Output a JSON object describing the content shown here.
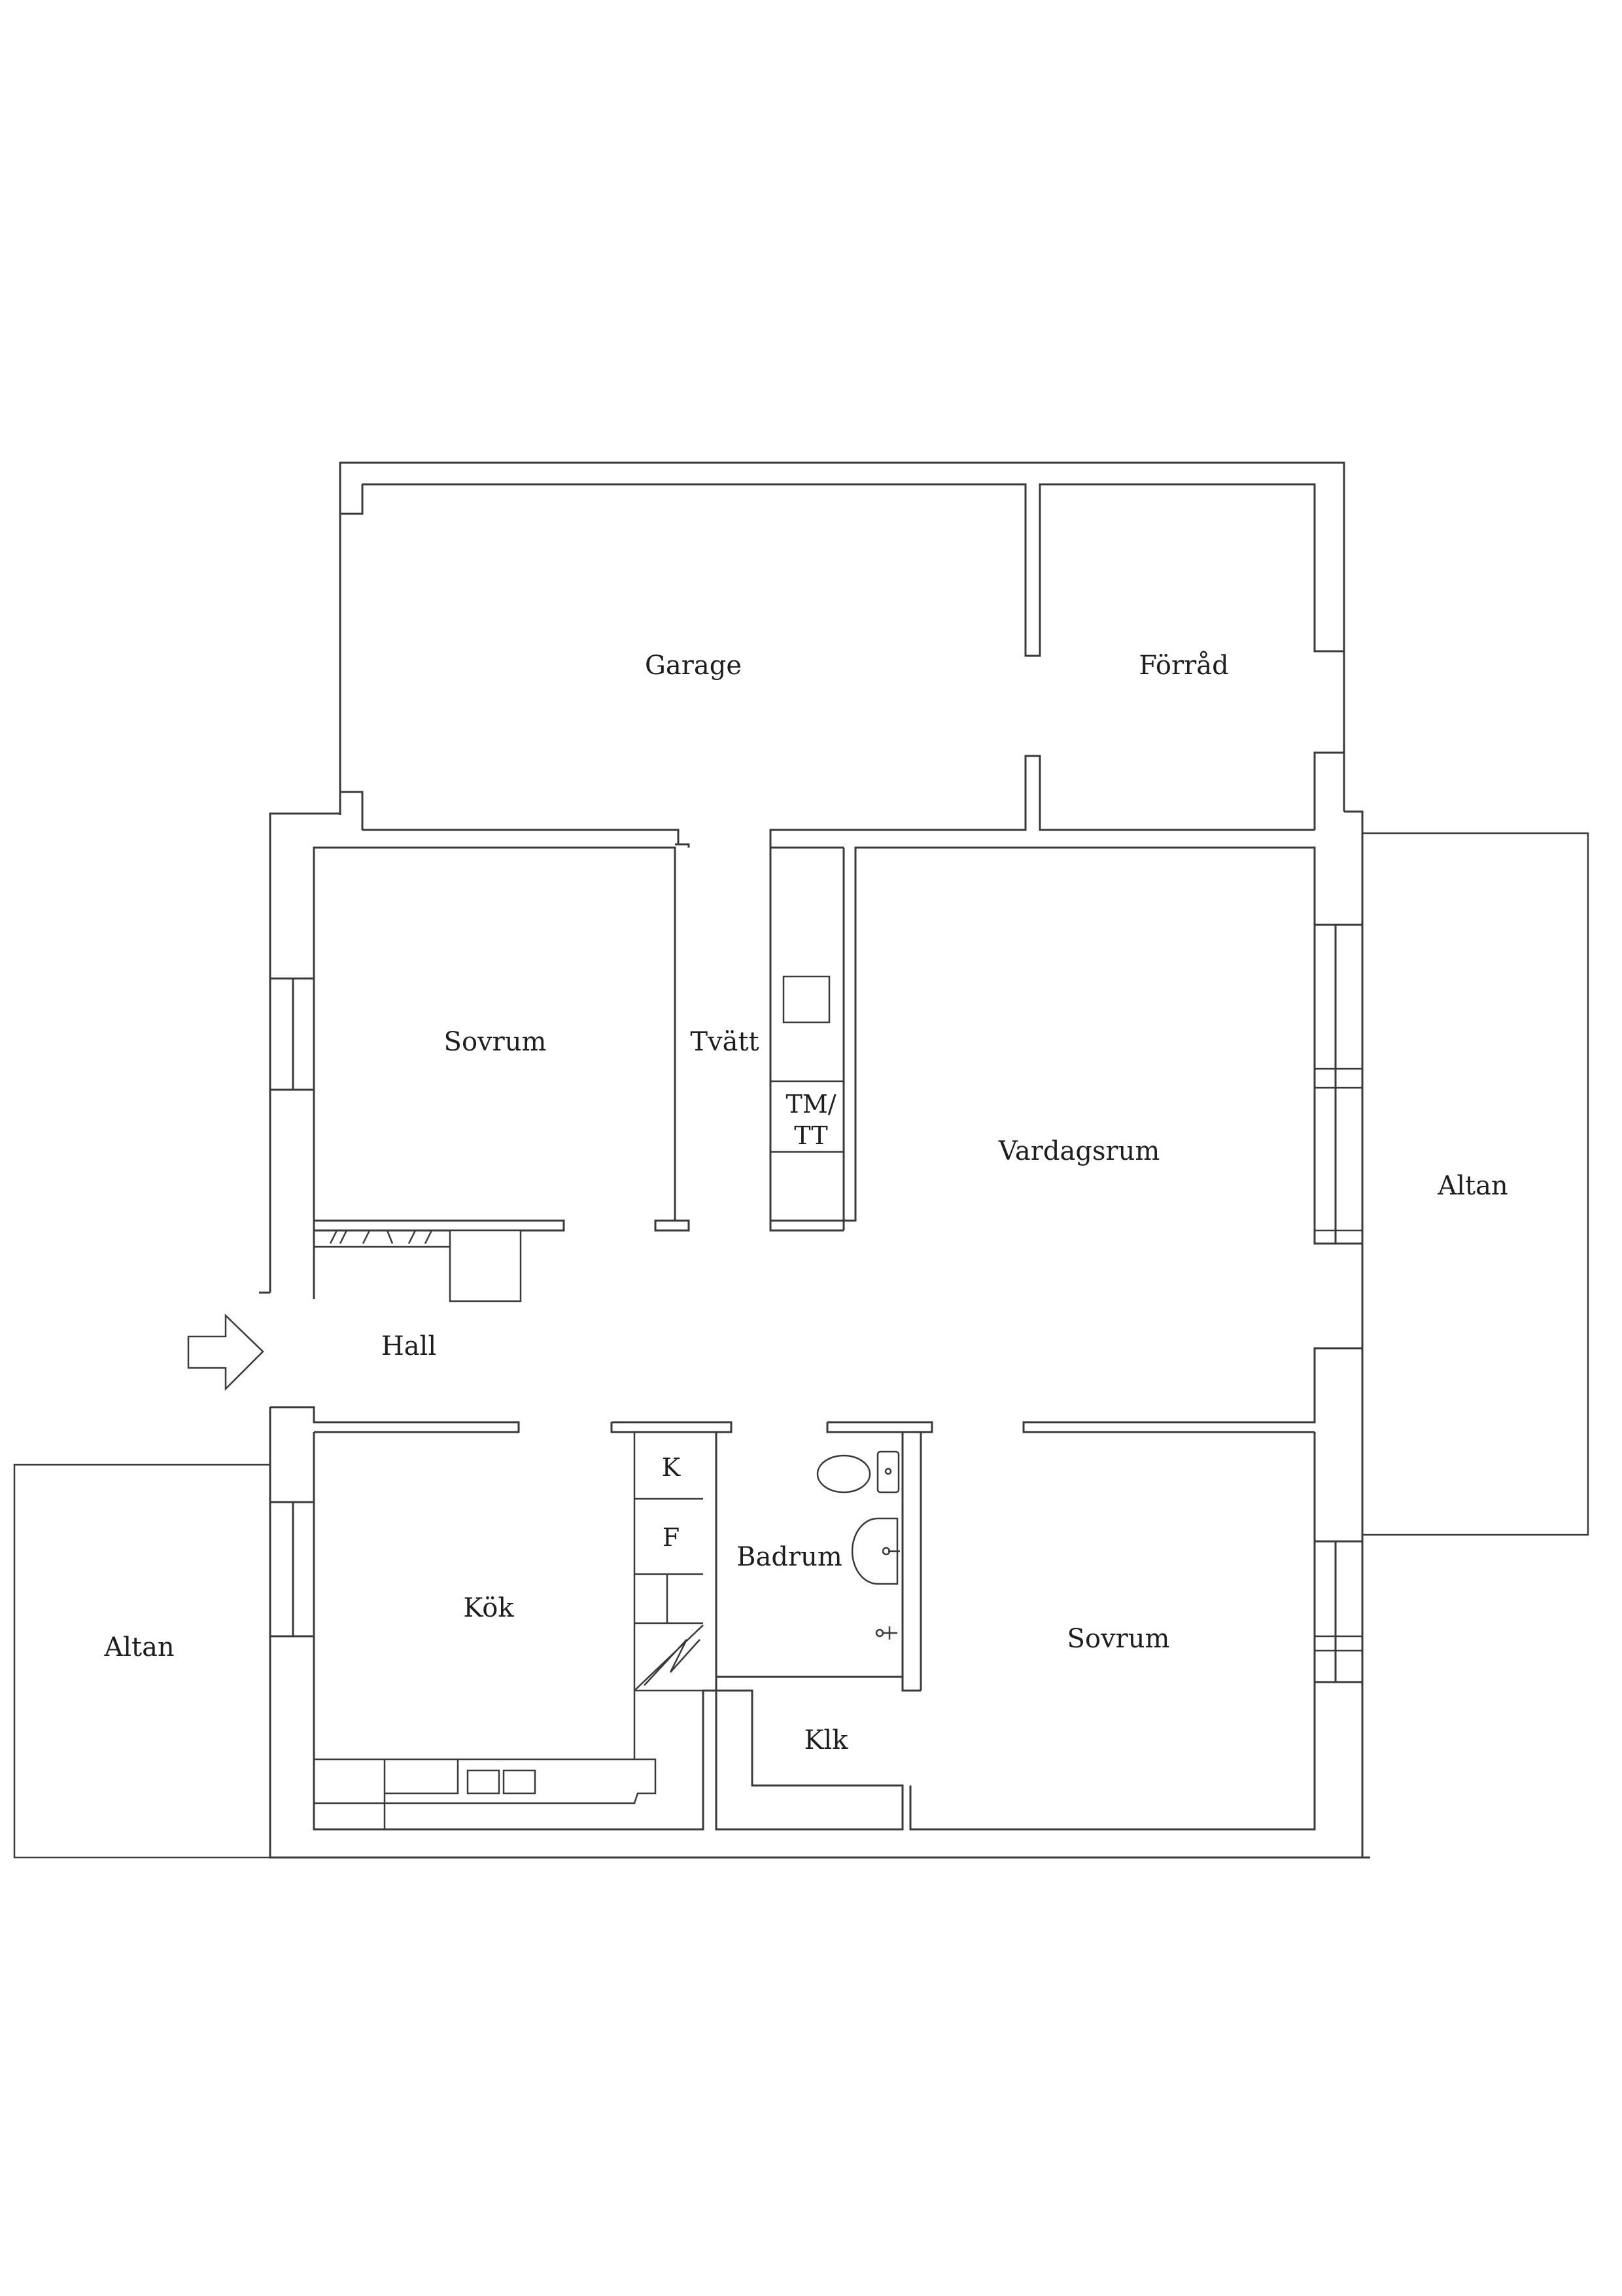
{
  "rooms": {
    "garage": "Garage",
    "forrad": "Förråd",
    "sovrum_north": "Sovrum",
    "tvatt": "Tvätt",
    "tmtt_line1": "TM/",
    "tmtt_line2": "TT",
    "vardagsrum": "Vardagsrum",
    "altan_east": "Altan",
    "hall": "Hall",
    "kyl": "K",
    "frys": "F",
    "badrum": "Badrum",
    "kok": "Kök",
    "sovrum_south": "Sovrum",
    "klk": "Klk",
    "altan_west": "Altan"
  }
}
